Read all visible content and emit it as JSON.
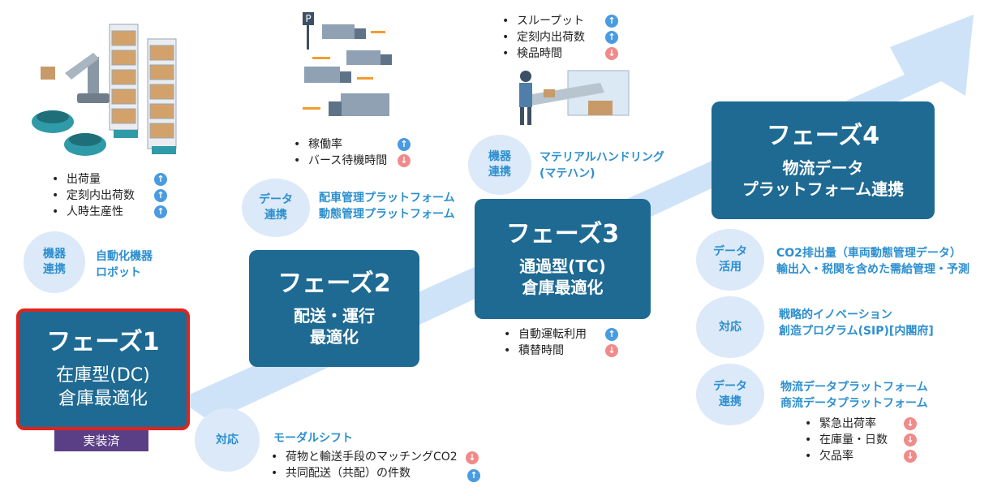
{
  "phases": [
    {
      "title": "フェーズ1",
      "subtitle": "在庫型(DC)\n倉庫最適化"
    },
    {
      "title": "フェーズ2",
      "subtitle": "配送・運行\n最適化"
    },
    {
      "title": "フェーズ3",
      "subtitle": "通過型(TC)\n倉庫最適化"
    },
    {
      "title": "フェーズ4",
      "subtitle": "物流データ\nプラットフォーム連携"
    }
  ],
  "implemented_badge": "実装済",
  "p1": {
    "metrics": [
      {
        "label": "出荷量",
        "dir": "up"
      },
      {
        "label": "定刻内出荷数",
        "dir": "up"
      },
      {
        "label": "人時生産性",
        "dir": "up"
      }
    ],
    "circle": "機器\n連携",
    "label": "自動化機器\nロボット",
    "taiou_circle": "対応",
    "taiou_title": "モーダルシフト",
    "taiou_items": [
      {
        "label": "荷物と輸送手段のマッチングCO2",
        "dir": "down"
      },
      {
        "label": "共同配送（共配）の件数",
        "dir": "up"
      }
    ]
  },
  "p2": {
    "metrics": [
      {
        "label": "稼働率",
        "dir": "up"
      },
      {
        "label": "バース待機時間",
        "dir": "down"
      }
    ],
    "circle": "データ\n連携",
    "label": "配車管理プラットフォーム\n動態管理プラットフォーム",
    "parking_sign": "P"
  },
  "p3": {
    "top_metrics": [
      {
        "label": "スループット",
        "dir": "up"
      },
      {
        "label": "定刻内出荷数",
        "dir": "up"
      },
      {
        "label": "検品時間",
        "dir": "down"
      }
    ],
    "circle": "機器\n連携",
    "label": "マテリアルハンドリング\n(マテハン)",
    "bottom_metrics": [
      {
        "label": "自動運転利用",
        "dir": "up"
      },
      {
        "label": "積替時間",
        "dir": "down"
      }
    ]
  },
  "p4": {
    "rows": [
      {
        "circle": "データ\n活用",
        "label": "CO2排出量（車両動態管理データ）\n輸出入・税関を含めた需給管理・予測"
      },
      {
        "circle": "対応",
        "label": "戦略的イノベーション\n創造プログラム(SIP)[内閣府]"
      },
      {
        "circle": "データ\n連携",
        "label": "物流データプラットフォーム\n商流データプラットフォーム"
      }
    ],
    "metrics": [
      {
        "label": "緊急出荷率",
        "dir": "down"
      },
      {
        "label": "在庫量・日数",
        "dir": "down"
      },
      {
        "label": "欠品率",
        "dir": "down"
      }
    ]
  },
  "indicator_glyphs": {
    "up": "↑",
    "down": "↓"
  },
  "colors": {
    "phase_box": "#1e6a93",
    "highlight_border": "#e0241c",
    "arrow": "#cfe3f8",
    "circle": "#dbe9f8",
    "label_text": "#2d8fcf",
    "up": "#4a9be0",
    "down": "#f08b8b",
    "badge": "#5b3f86"
  }
}
